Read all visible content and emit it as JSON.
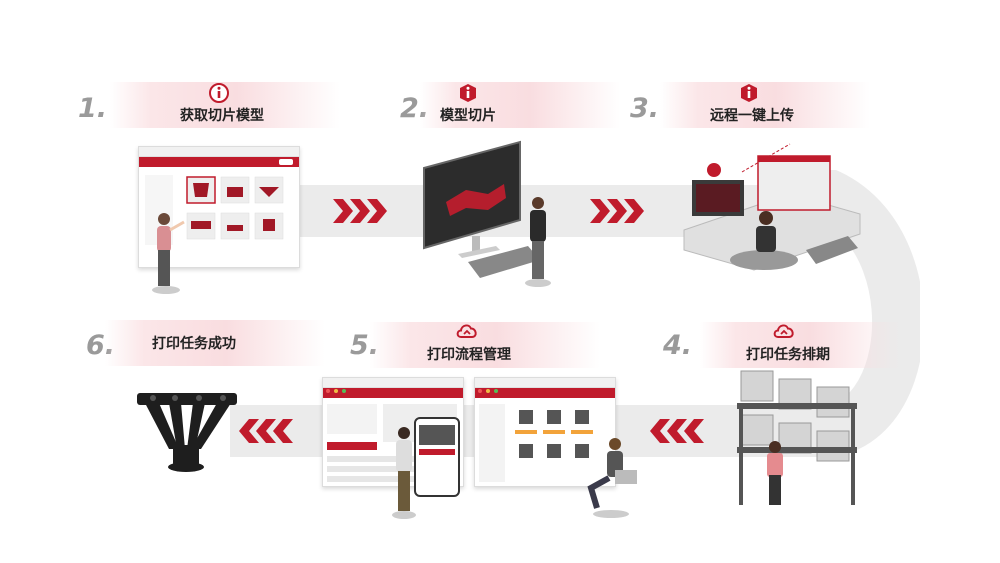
{
  "steps": [
    {
      "num": "1.",
      "title": "获取切片模型",
      "icon": "info-badge-icon"
    },
    {
      "num": "2.",
      "title": "模型切片",
      "icon": "info-badge-icon"
    },
    {
      "num": "3.",
      "title": "远程一键上传",
      "icon": "info-badge-icon"
    },
    {
      "num": "4.",
      "title": "打印任务排期",
      "icon": "cloud-icon"
    },
    {
      "num": "5.",
      "title": "打印流程管理",
      "icon": "cloud-icon"
    },
    {
      "num": "6.",
      "title": "打印任务成功",
      "icon": ""
    }
  ],
  "colors": {
    "accent": "#c01b2c",
    "band": "#ebebeb",
    "number": "#9a9a9a",
    "title": "#222222"
  }
}
